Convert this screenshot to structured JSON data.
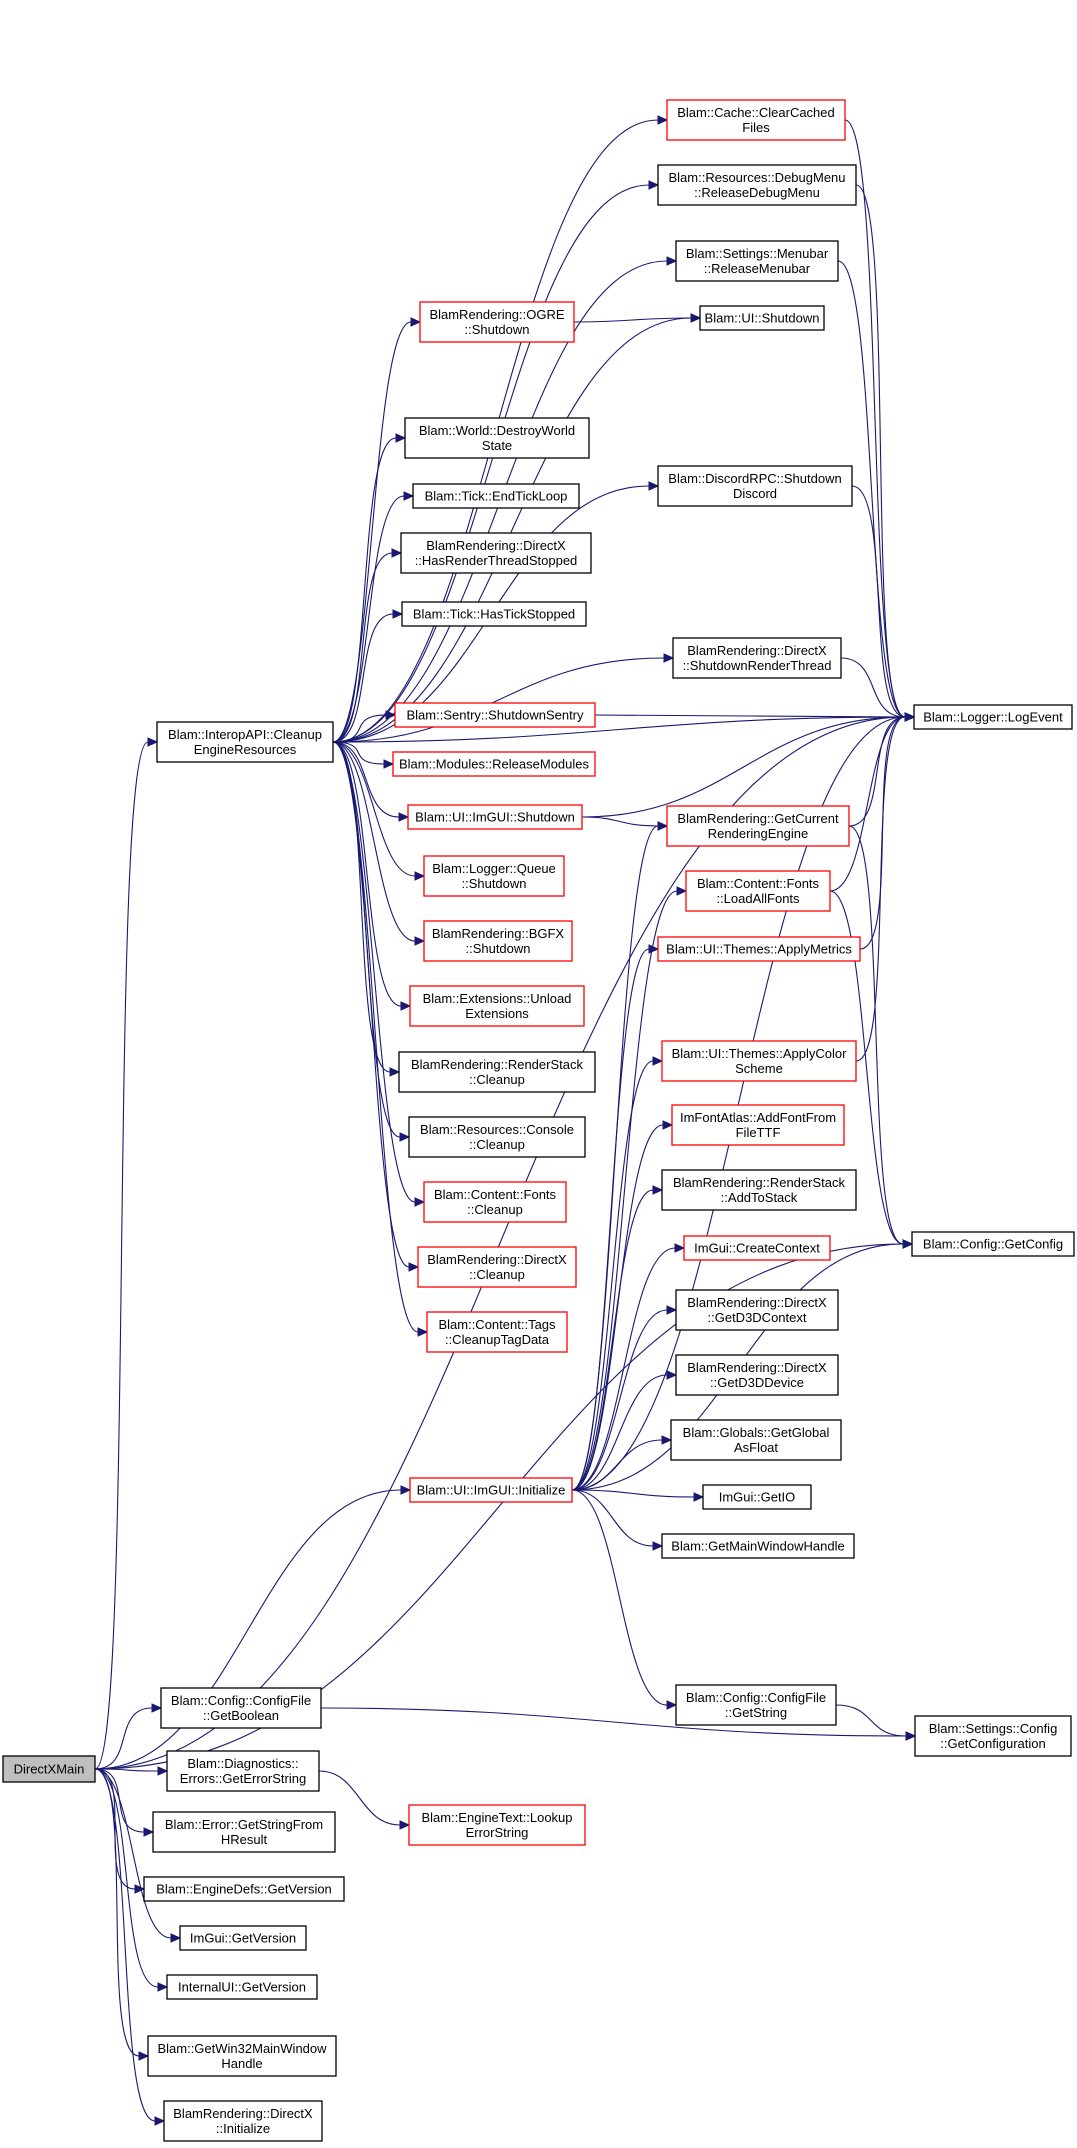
{
  "nodes": [
    {
      "id": "directxmain",
      "lines": [
        "DirectXMain"
      ],
      "style": "root"
    },
    {
      "id": "cleanup",
      "lines": [
        "Blam::InteropAPI::Cleanup",
        "EngineResources"
      ],
      "style": "black"
    },
    {
      "id": "imgui_init",
      "lines": [
        "Blam::UI::ImGUI::Initialize"
      ],
      "style": "red"
    },
    {
      "id": "cfg_getbool",
      "lines": [
        "Blam::Config::ConfigFile",
        "::GetBoolean"
      ],
      "style": "black"
    },
    {
      "id": "diag_errstr",
      "lines": [
        "Blam::Diagnostics::",
        "Errors::GetErrorString"
      ],
      "style": "black"
    },
    {
      "id": "err_hresult",
      "lines": [
        "Blam::Error::GetStringFrom",
        "HResult"
      ],
      "style": "black"
    },
    {
      "id": "enginedefs_ver",
      "lines": [
        "Blam::EngineDefs::GetVersion"
      ],
      "style": "black"
    },
    {
      "id": "imgui_ver",
      "lines": [
        "ImGui::GetVersion"
      ],
      "style": "black"
    },
    {
      "id": "internalui_ver",
      "lines": [
        "InternalUI::GetVersion"
      ],
      "style": "black"
    },
    {
      "id": "win32handle",
      "lines": [
        "Blam::GetWin32MainWindow",
        "Handle"
      ],
      "style": "black"
    },
    {
      "id": "dx_init",
      "lines": [
        "BlamRendering::DirectX",
        "::Initialize"
      ],
      "style": "black"
    },
    {
      "id": "ogre_shutdown",
      "lines": [
        "BlamRendering::OGRE",
        "::Shutdown"
      ],
      "style": "red"
    },
    {
      "id": "world_destroy",
      "lines": [
        "Blam::World::DestroyWorld",
        "State"
      ],
      "style": "black"
    },
    {
      "id": "tick_end",
      "lines": [
        "Blam::Tick::EndTickLoop"
      ],
      "style": "black"
    },
    {
      "id": "dx_hasstopped",
      "lines": [
        "BlamRendering::DirectX",
        "::HasRenderThreadStopped"
      ],
      "style": "black"
    },
    {
      "id": "tick_hasstopped",
      "lines": [
        "Blam::Tick::HasTickStopped"
      ],
      "style": "black"
    },
    {
      "id": "sentry_shutdown",
      "lines": [
        "Blam::Sentry::ShutdownSentry"
      ],
      "style": "red"
    },
    {
      "id": "modules_release",
      "lines": [
        "Blam::Modules::ReleaseModules"
      ],
      "style": "red"
    },
    {
      "id": "imgui_shutdown",
      "lines": [
        "Blam::UI::ImGUI::Shutdown"
      ],
      "style": "red"
    },
    {
      "id": "logger_queue",
      "lines": [
        "Blam::Logger::Queue",
        "::Shutdown"
      ],
      "style": "red"
    },
    {
      "id": "bgfx_shutdown",
      "lines": [
        "BlamRendering::BGFX",
        "::Shutdown"
      ],
      "style": "red"
    },
    {
      "id": "ext_unload",
      "lines": [
        "Blam::Extensions::Unload",
        "Extensions"
      ],
      "style": "red"
    },
    {
      "id": "rs_cleanup",
      "lines": [
        "BlamRendering::RenderStack",
        "::Cleanup"
      ],
      "style": "black"
    },
    {
      "id": "console_cleanup",
      "lines": [
        "Blam::Resources::Console",
        "::Cleanup"
      ],
      "style": "black"
    },
    {
      "id": "fonts_cleanup",
      "lines": [
        "Blam::Content::Fonts",
        "::Cleanup"
      ],
      "style": "red"
    },
    {
      "id": "dx_cleanup",
      "lines": [
        "BlamRendering::DirectX",
        "::Cleanup"
      ],
      "style": "red"
    },
    {
      "id": "tags_cleanup",
      "lines": [
        "Blam::Content::Tags",
        "::CleanupTagData"
      ],
      "style": "red"
    },
    {
      "id": "engtext_lookup",
      "lines": [
        "Blam::EngineText::Lookup",
        "ErrorString"
      ],
      "style": "red"
    },
    {
      "id": "cache_clear",
      "lines": [
        "Blam::Cache::ClearCached",
        "Files"
      ],
      "style": "red"
    },
    {
      "id": "debugmenu",
      "lines": [
        "Blam::Resources::DebugMenu",
        "::ReleaseDebugMenu"
      ],
      "style": "black"
    },
    {
      "id": "menubar",
      "lines": [
        "Blam::Settings::Menubar",
        "::ReleaseMenubar"
      ],
      "style": "black"
    },
    {
      "id": "ui_shutdown",
      "lines": [
        "Blam::UI::Shutdown"
      ],
      "style": "black"
    },
    {
      "id": "discord_shutdown",
      "lines": [
        "Blam::DiscordRPC::Shutdown",
        "Discord"
      ],
      "style": "black"
    },
    {
      "id": "dx_shutdownrt",
      "lines": [
        "BlamRendering::DirectX",
        "::ShutdownRenderThread"
      ],
      "style": "black"
    },
    {
      "id": "getcurrent_re",
      "lines": [
        "BlamRendering::GetCurrent",
        "RenderingEngine"
      ],
      "style": "red"
    },
    {
      "id": "fonts_loadall",
      "lines": [
        "Blam::Content::Fonts",
        "::LoadAllFonts"
      ],
      "style": "red"
    },
    {
      "id": "themes_metrics",
      "lines": [
        "Blam::UI::Themes::ApplyMetrics"
      ],
      "style": "red"
    },
    {
      "id": "themes_color",
      "lines": [
        "Blam::UI::Themes::ApplyColor",
        "Scheme"
      ],
      "style": "red"
    },
    {
      "id": "fontatlas",
      "lines": [
        "ImFontAtlas::AddFontFrom",
        "FileTTF"
      ],
      "style": "red"
    },
    {
      "id": "rs_addtostack",
      "lines": [
        "BlamRendering::RenderStack",
        "::AddToStack"
      ],
      "style": "black"
    },
    {
      "id": "imgui_createctx",
      "lines": [
        "ImGui::CreateContext"
      ],
      "style": "red"
    },
    {
      "id": "dx_getctx",
      "lines": [
        "BlamRendering::DirectX",
        "::GetD3DContext"
      ],
      "style": "black"
    },
    {
      "id": "dx_getdev",
      "lines": [
        "BlamRendering::DirectX",
        "::GetD3DDevice"
      ],
      "style": "black"
    },
    {
      "id": "globals_float",
      "lines": [
        "Blam::Globals::GetGlobal",
        "AsFloat"
      ],
      "style": "black"
    },
    {
      "id": "imgui_getio",
      "lines": [
        "ImGui::GetIO"
      ],
      "style": "black"
    },
    {
      "id": "mainwindow",
      "lines": [
        "Blam::GetMainWindowHandle"
      ],
      "style": "black"
    },
    {
      "id": "cfg_getstring",
      "lines": [
        "Blam::Config::ConfigFile",
        "::GetString"
      ],
      "style": "black"
    },
    {
      "id": "logger_log",
      "lines": [
        "Blam::Logger::LogEvent"
      ],
      "style": "black"
    },
    {
      "id": "config_get",
      "lines": [
        "Blam::Config::GetConfig"
      ],
      "style": "black"
    },
    {
      "id": "settings_cfg",
      "lines": [
        "Blam::Settings::Config",
        "::GetConfiguration"
      ],
      "style": "black"
    }
  ],
  "edges": [
    [
      "directxmain",
      "cleanup"
    ],
    [
      "directxmain",
      "imgui_init"
    ],
    [
      "directxmain",
      "cfg_getbool"
    ],
    [
      "directxmain",
      "diag_errstr"
    ],
    [
      "directxmain",
      "err_hresult"
    ],
    [
      "directxmain",
      "enginedefs_ver"
    ],
    [
      "directxmain",
      "imgui_ver"
    ],
    [
      "directxmain",
      "internalui_ver"
    ],
    [
      "directxmain",
      "win32handle"
    ],
    [
      "directxmain",
      "dx_init"
    ],
    [
      "directxmain",
      "logger_log"
    ],
    [
      "directxmain",
      "config_get"
    ],
    [
      "cfg_getbool",
      "settings_cfg"
    ],
    [
      "diag_errstr",
      "engtext_lookup"
    ],
    [
      "cleanup",
      "cache_clear"
    ],
    [
      "cleanup",
      "debugmenu"
    ],
    [
      "cleanup",
      "menubar"
    ],
    [
      "cleanup",
      "ui_shutdown"
    ],
    [
      "cleanup",
      "ogre_shutdown"
    ],
    [
      "cleanup",
      "discord_shutdown"
    ],
    [
      "cleanup",
      "world_destroy"
    ],
    [
      "cleanup",
      "tick_end"
    ],
    [
      "cleanup",
      "dx_hasstopped"
    ],
    [
      "cleanup",
      "tick_hasstopped"
    ],
    [
      "cleanup",
      "dx_shutdownrt"
    ],
    [
      "cleanup",
      "sentry_shutdown"
    ],
    [
      "cleanup",
      "modules_release"
    ],
    [
      "cleanup",
      "imgui_shutdown"
    ],
    [
      "cleanup",
      "logger_queue"
    ],
    [
      "cleanup",
      "bgfx_shutdown"
    ],
    [
      "cleanup",
      "ext_unload"
    ],
    [
      "cleanup",
      "rs_cleanup"
    ],
    [
      "cleanup",
      "console_cleanup"
    ],
    [
      "cleanup",
      "fonts_cleanup"
    ],
    [
      "cleanup",
      "dx_cleanup"
    ],
    [
      "cleanup",
      "tags_cleanup"
    ],
    [
      "cleanup",
      "logger_log"
    ],
    [
      "ogre_shutdown",
      "ui_shutdown"
    ],
    [
      "cache_clear",
      "logger_log"
    ],
    [
      "debugmenu",
      "logger_log"
    ],
    [
      "menubar",
      "logger_log"
    ],
    [
      "discord_shutdown",
      "logger_log"
    ],
    [
      "dx_shutdownrt",
      "logger_log"
    ],
    [
      "sentry_shutdown",
      "logger_log"
    ],
    [
      "imgui_shutdown",
      "logger_log"
    ],
    [
      "imgui_shutdown",
      "getcurrent_re"
    ],
    [
      "getcurrent_re",
      "logger_log"
    ],
    [
      "getcurrent_re",
      "config_get"
    ],
    [
      "fonts_loadall",
      "logger_log"
    ],
    [
      "fonts_loadall",
      "config_get"
    ],
    [
      "themes_metrics",
      "logger_log"
    ],
    [
      "themes_color",
      "logger_log"
    ],
    [
      "imgui_init",
      "getcurrent_re"
    ],
    [
      "imgui_init",
      "fonts_loadall"
    ],
    [
      "imgui_init",
      "themes_metrics"
    ],
    [
      "imgui_init",
      "themes_color"
    ],
    [
      "imgui_init",
      "fontatlas"
    ],
    [
      "imgui_init",
      "rs_addtostack"
    ],
    [
      "imgui_init",
      "imgui_createctx"
    ],
    [
      "imgui_init",
      "dx_getctx"
    ],
    [
      "imgui_init",
      "dx_getdev"
    ],
    [
      "imgui_init",
      "globals_float"
    ],
    [
      "imgui_init",
      "imgui_getio"
    ],
    [
      "imgui_init",
      "mainwindow"
    ],
    [
      "imgui_init",
      "cfg_getstring"
    ],
    [
      "imgui_init",
      "logger_log"
    ],
    [
      "imgui_init",
      "config_get"
    ],
    [
      "cfg_getstring",
      "settings_cfg"
    ]
  ]
}
